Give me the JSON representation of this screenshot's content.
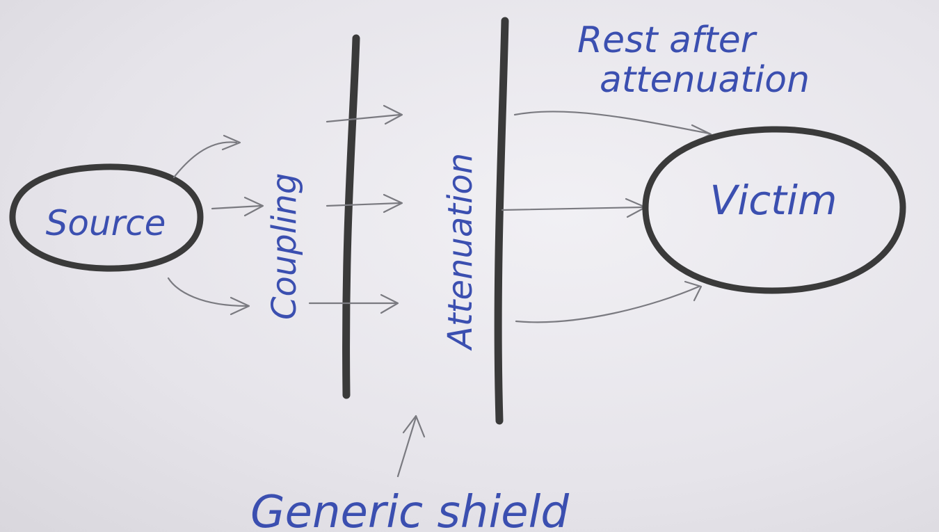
{
  "labels": {
    "source": "Source",
    "coupling": "Coupling",
    "attenuation": "Attenuation",
    "rest_line1": "Rest after",
    "rest_line2": "attenuation",
    "victim": "Victim",
    "shield": "Generic shield"
  },
  "colors": {
    "paper": "#e8e6ec",
    "ink_blue": "#3b4fb0",
    "marker_black": "#3a3a3a",
    "pencil_gray": "#7a7a80"
  }
}
